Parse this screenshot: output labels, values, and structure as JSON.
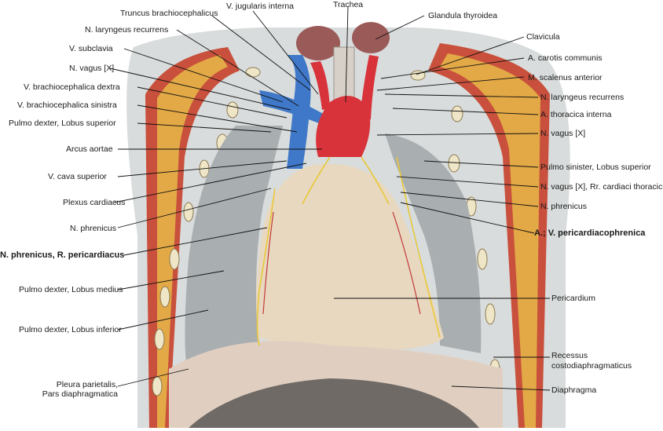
{
  "labels": {
    "v_jugularis_interna": "V. jugularis interna",
    "trachea": "Trachea",
    "truncus_brachiocephalicus": "Truncus brachiocephalicus",
    "glandula_thyroidea": "Glandula thyroidea",
    "n_laryngeus_recurrens_left": "N. laryngeus recurrens",
    "clavicula": "Clavicula",
    "v_subclavia": "V. subclavia",
    "a_carotis_communis": "A. carotis communis",
    "n_vagus_left": "N. vagus [X]",
    "m_scalenus_anterior": "M. scalenus anterior",
    "v_brachiocephalica_dextra": "V. brachiocephalica dextra",
    "n_laryngeus_recurrens_right": "N. laryngeus recurrens",
    "v_brachiocephalica_sinistra": "V. brachiocephalica sinistra",
    "a_thoracica_interna": "A. thoracica interna",
    "pulmo_dexter_lobus_superior": "Pulmo dexter, Lobus superior",
    "n_vagus_right": "N. vagus [X]",
    "arcus_aortae": "Arcus aortae",
    "pulmo_sinister_lobus_superior": "Pulmo sinister, Lobus superior",
    "v_cava_superior": "V. cava superior",
    "n_vagus_rr_cardiaci": "N. vagus [X], Rr. cardiaci thoracici",
    "plexus_cardiacus": "Plexus cardiacus",
    "n_phrenicus_right": "N. phrenicus",
    "n_phrenicus_left": "N. phrenicus",
    "a_v_pericardiacophrenica": "A.; V. pericardiacophrenica",
    "n_phrenicus_r_pericardiacus": "N. phrenicus, R. pericardiacus",
    "pulmo_dexter_lobus_medius": "Pulmo dexter, Lobus medius",
    "pericardium": "Pericardium",
    "pulmo_dexter_lobus_inferior": "Pulmo dexter, Lobus inferior",
    "recessus_line1": "Recessus",
    "recessus_line2": "costodiaphragmaticus",
    "pleura_line1": "Pleura parietalis,",
    "pleura_line2": "Pars diaphragmatica",
    "diaphragma": "Diaphragma"
  },
  "colors": {
    "artery": "#d8323a",
    "vein": "#3f78c8",
    "nerve": "#e8c838",
    "pericardium": "#e8d8c0",
    "lung": "#a9aeb0",
    "thyroid": "#9a5a58",
    "muscle": "#c8503c",
    "fat": "#e8b848",
    "skin": "#d9dcdc",
    "diaphragm": "#e0cfc0"
  }
}
